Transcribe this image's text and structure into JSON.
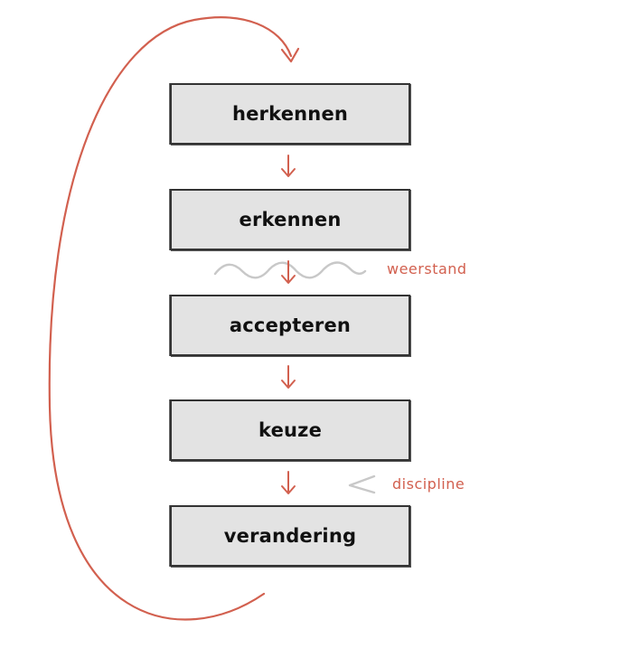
{
  "steps": [
    {
      "label": "herkennen"
    },
    {
      "label": "erkennen"
    },
    {
      "label": "accepteren"
    },
    {
      "label": "keuze"
    },
    {
      "label": "verandering"
    }
  ],
  "annotations": {
    "resistance": "weerstand",
    "discipline": "discipline"
  },
  "colors": {
    "accent": "#d2604f",
    "box_fill": "#e3e3e3",
    "box_border": "#333333",
    "wave": "#c8c8c8"
  }
}
